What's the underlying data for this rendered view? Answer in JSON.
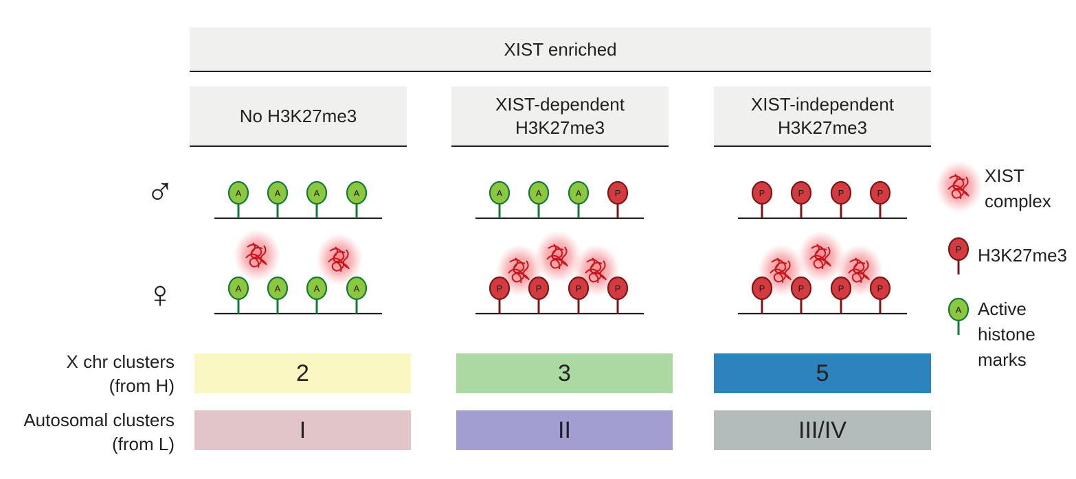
{
  "top_header": "XIST enriched",
  "columns": [
    {
      "title": "No H3K27me3",
      "male_marks": [
        "A",
        "A",
        "A",
        "A"
      ],
      "female_marks": [
        "A",
        "A",
        "A",
        "A"
      ],
      "x_cluster": "2",
      "x_cluster_color": "#fbf7c2",
      "auto_cluster": "I",
      "auto_cluster_color": "#e2c5c9"
    },
    {
      "title": "XIST-dependent\nH3K27me3",
      "male_marks": [
        "A",
        "A",
        "A",
        "P"
      ],
      "female_marks": [
        "P",
        "P",
        "P",
        "P"
      ],
      "x_cluster": "3",
      "x_cluster_color": "#acd8a2",
      "auto_cluster": "II",
      "auto_cluster_color": "#a29ed1"
    },
    {
      "title": "XIST-independent\nH3K27me3",
      "male_marks": [
        "P",
        "P",
        "P",
        "P"
      ],
      "female_marks": [
        "P",
        "P",
        "P",
        "P"
      ],
      "x_cluster": "5",
      "x_cluster_color": "#2d83be",
      "auto_cluster": "III/IV",
      "auto_cluster_color": "#b2bcbb"
    }
  ],
  "sex_symbols": {
    "male": "♂",
    "female": "♀"
  },
  "row_labels": {
    "x_clusters": "X chr clusters\n(from H)",
    "autosomal_clusters": "Autosomal clusters\n(from L)"
  },
  "legend": {
    "xist_complex": "XIST\ncomplex",
    "h3k27me3": "H3K27me3",
    "active_marks": "Active\nhistone\nmarks"
  },
  "colors": {
    "active_fill": "#8dc63f",
    "active_stroke": "#117a37",
    "p_fill": "#d23b40",
    "p_stroke": "#7d1518",
    "xist": "#e8202a",
    "header_bg": "#f0f0ef"
  }
}
